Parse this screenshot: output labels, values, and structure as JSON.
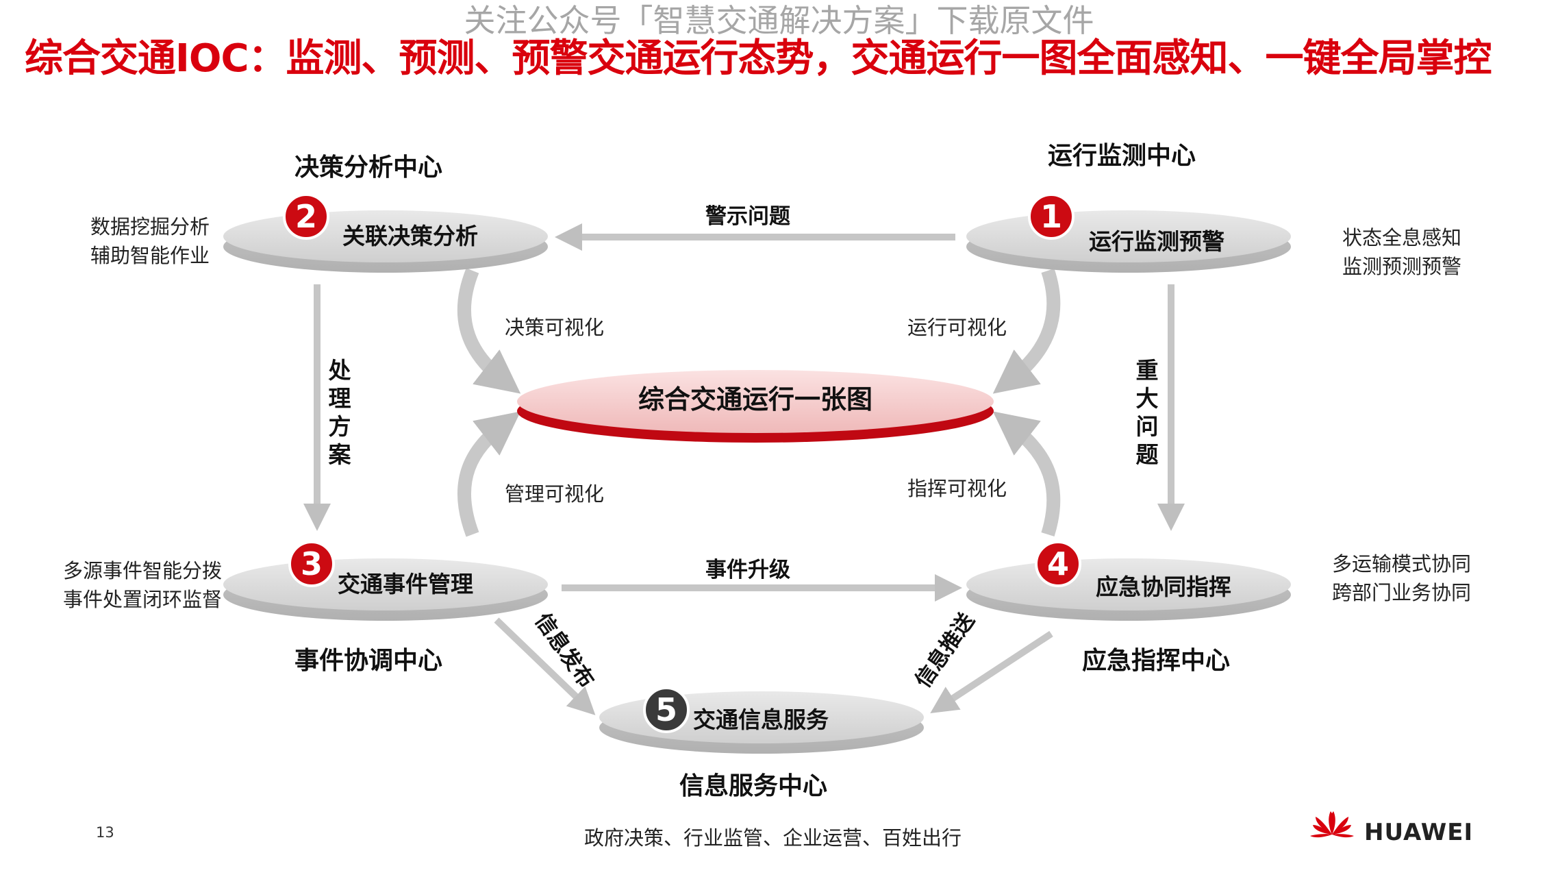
{
  "watermark": "关注公众号「智慧交通解决方案」下载原文件",
  "title": "综合交通IOC：监测、预测、预警交通运行态势，交通运行一图全面感知、一键全局掌控",
  "hub": {
    "label": "综合交通运行一张图",
    "color": "#cc0a12"
  },
  "nodes": {
    "n1": {
      "num": "1",
      "label": "运行监测预警",
      "center": "运行监测中心",
      "notes": [
        "状态全息感知",
        "监测预测预警"
      ]
    },
    "n2": {
      "num": "2",
      "label": "关联决策分析",
      "center": "决策分析中心",
      "notes": [
        "数据挖掘分析",
        "辅助智能作业"
      ]
    },
    "n3": {
      "num": "3",
      "label": "交通事件管理",
      "center": "事件协调中心",
      "notes": [
        "多源事件智能分拨",
        "事件处置闭环监督"
      ]
    },
    "n4": {
      "num": "4",
      "label": "应急协同指挥",
      "center": "应急指挥中心",
      "notes": [
        "多运输模式协同",
        "跨部门业务协同"
      ]
    },
    "n5": {
      "num": "5",
      "label": "交通信息服务",
      "center": "信息服务中心"
    }
  },
  "edges": {
    "warning": "警示问题",
    "upgrade": "事件升级",
    "plan": "处理方案",
    "major": "重大问题",
    "publish": "信息发布",
    "push": "信息推送"
  },
  "visual": {
    "decision": "决策可视化",
    "operation": "运行可视化",
    "management": "管理可视化",
    "command": "指挥可视化"
  },
  "footer": "政府决策、行业监管、企业运营、百姓出行",
  "page_number": "13",
  "brand": "HUAWEI",
  "colors": {
    "accent": "#d9000d",
    "badge_red": "#cc0a12",
    "badge_dark": "#3a3a3a",
    "disc": "#d9d9d9",
    "arrow": "#bfbfbf"
  }
}
